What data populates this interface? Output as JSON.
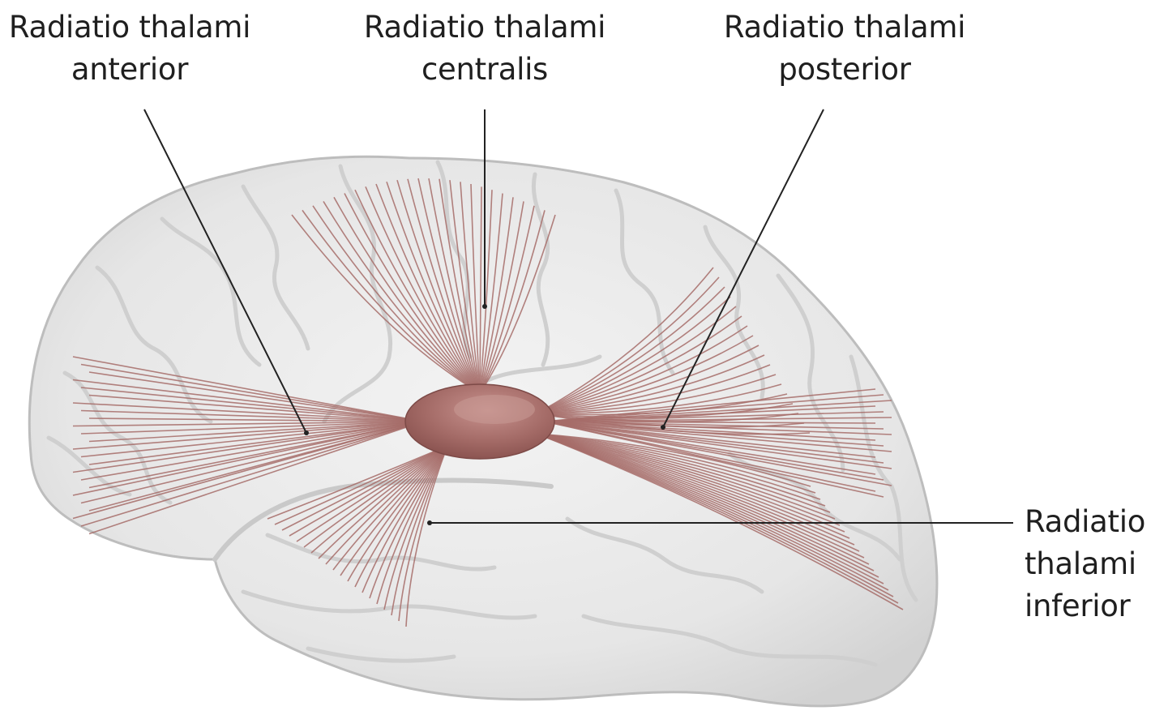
{
  "labels": {
    "anterior": {
      "line1": "Radiatio thalami",
      "line2": "anterior"
    },
    "centralis": {
      "line1": "Radiatio thalami",
      "line2": "centralis"
    },
    "posterior": {
      "line1": "Radiatio thalami",
      "line2": "posterior"
    },
    "inferior": {
      "line1": "Radiatio",
      "line2": "thalami",
      "line3": "inferior"
    }
  },
  "colors": {
    "background": "#ffffff",
    "brain_fill": "#e9e9e9",
    "brain_outline": "#bdbdbd",
    "sulcus": "#cfcfcf",
    "fiber": "#a66c68",
    "thalamus": "#9e6562",
    "leader_line": "#222222",
    "text": "#1f1f1f"
  },
  "icons": {
    "brain": "brain-lateral-view",
    "thalamus": "thalamus-nucleus"
  }
}
